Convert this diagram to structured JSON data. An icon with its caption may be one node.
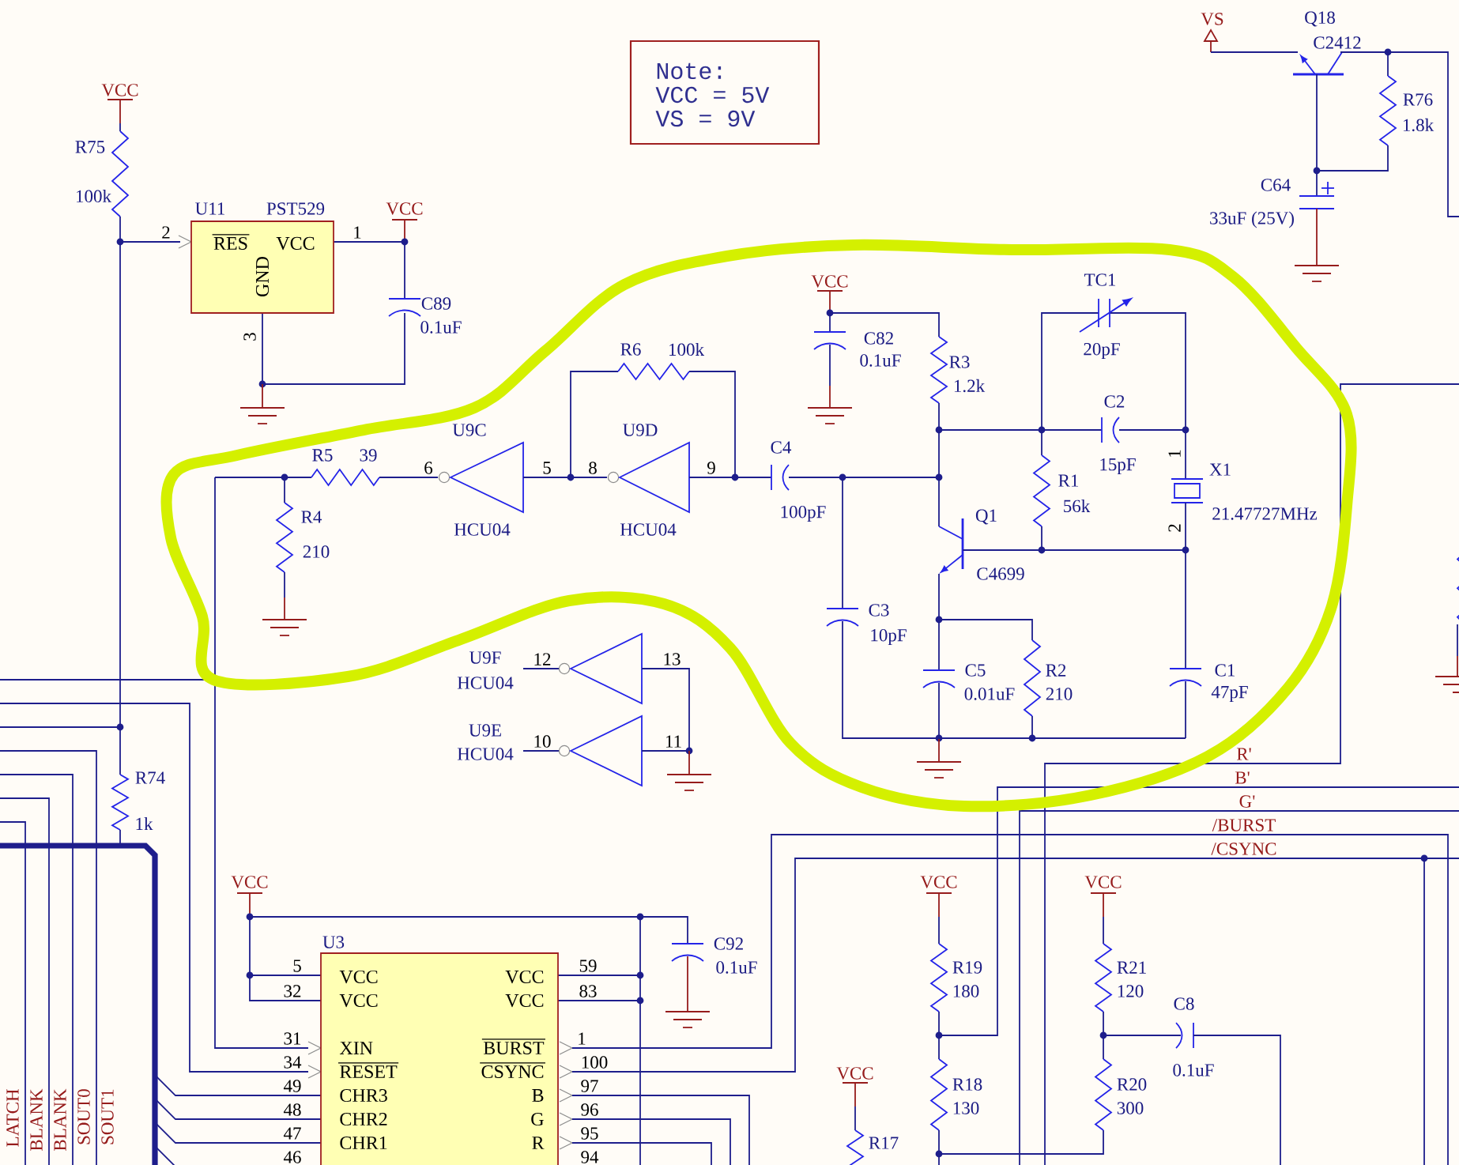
{
  "diagram": {
    "nodes": [
      {
        "text": [
          "Note:",
          "VCC = 5V",
          "VS = 9V"
        ]
      },
      {
        "text": [
          "U11",
          "PST529",
          "RES",
          "VCC",
          "GND"
        ]
      },
      {
        "text": [
          "U3",
          "VCC",
          "VCC",
          "XIN",
          "RESET",
          "CHR3",
          "CHR2",
          "CHR1",
          "VCC",
          "VCC",
          "BURST",
          "CSYNC",
          "B",
          "G",
          "R"
        ]
      }
    ],
    "labels": [
      "VCC",
      "R75",
      "100k",
      "2",
      "1",
      "VCC",
      "3",
      "C89",
      "0.1uF",
      "VS",
      "Q18",
      "C2412",
      "R76",
      "1.8k",
      "C64",
      "33uF (25V)",
      "VCC",
      "TC1",
      "C82",
      "0.1uF",
      "R6",
      "100k",
      "20pF",
      "R3",
      "1.2k",
      "C2",
      "U9C",
      "U9D",
      "C4",
      "R5",
      "39",
      "6",
      "5",
      "8",
      "9",
      "15pF",
      "1",
      "X1",
      "R1",
      "56k",
      "HCU04",
      "HCU04",
      "100pF",
      "Q1",
      "21.47727MHz",
      "2",
      "R4",
      "210",
      "C4699",
      "C3",
      "10pF",
      "U9F",
      "12",
      "13",
      "C5",
      "R2",
      "C1",
      "HCU04",
      "0.01uF",
      "210",
      "47pF",
      "U9E",
      "10",
      "11",
      "HCU04",
      "R'",
      "R74",
      "B'",
      "G'",
      "1k",
      "/BURST",
      "/CSYNC",
      "VCC",
      "VCC",
      "VCC",
      "C92",
      "0.1uF",
      "R19",
      "180",
      "R21",
      "120",
      "C8",
      "VCC",
      "0.1uF",
      "R18",
      "130",
      "R20",
      "300",
      "R17",
      "5",
      "32",
      "31",
      "34",
      "49",
      "48",
      "47",
      "46",
      "59",
      "83",
      "1",
      "100",
      "97",
      "96",
      "95",
      "94",
      "LATCH",
      "BLANK",
      "BLANK",
      "SOUT0",
      "SOUT1"
    ]
  }
}
